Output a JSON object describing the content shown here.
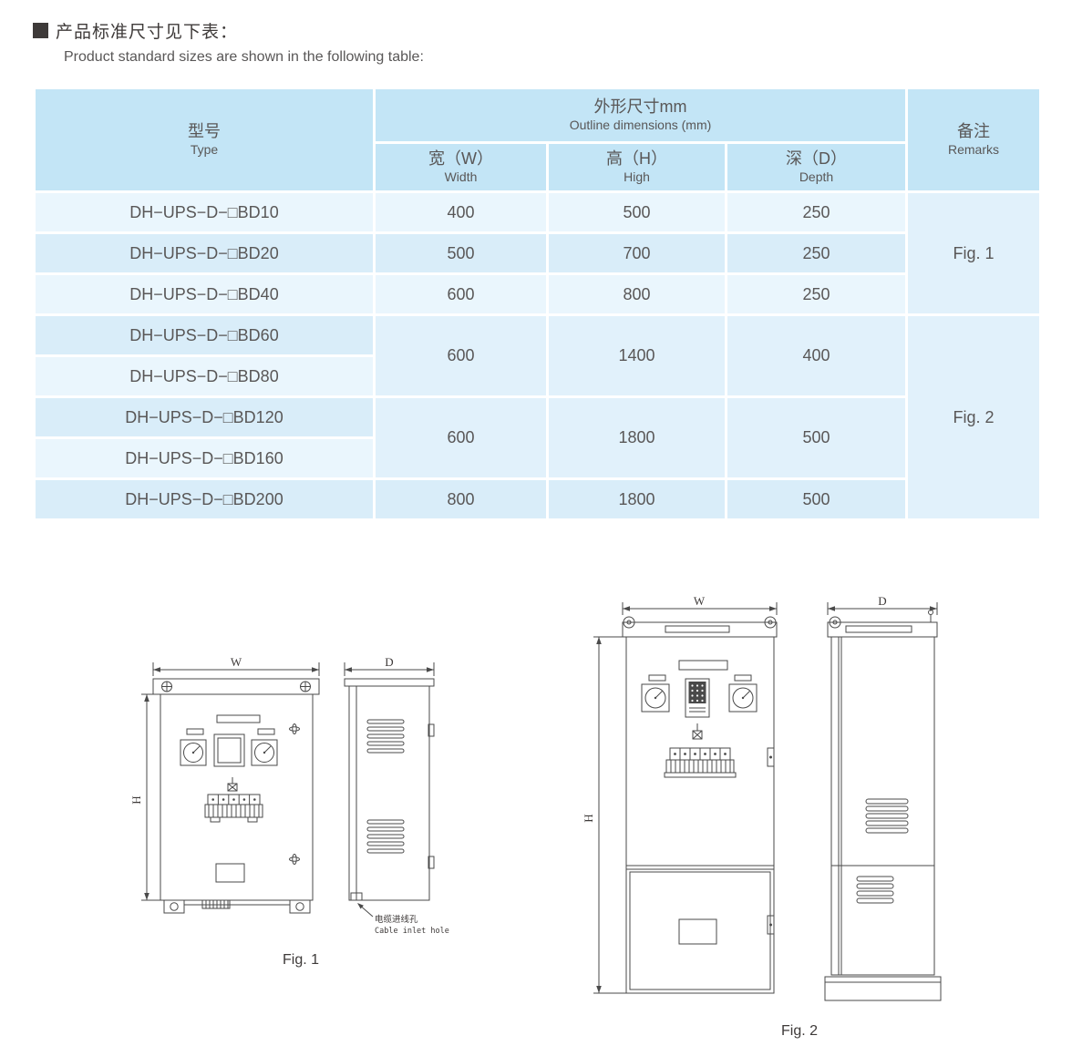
{
  "header": {
    "title_zh": "产品标准尺寸见下表：",
    "title_en": "Product standard sizes are shown in the following table:"
  },
  "table": {
    "headers": {
      "type_zh": "型号",
      "type_en": "Type",
      "outline_zh": "外形尺寸mm",
      "outline_en": "Outline dimensions (mm)",
      "remarks_zh": "备注",
      "remarks_en": "Remarks",
      "width_zh": "宽（W）",
      "width_en": "Width",
      "high_zh": "高（H）",
      "high_en": "High",
      "depth_zh": "深（D）",
      "depth_en": "Depth"
    },
    "rows": [
      {
        "model": "DH−UPS−D−□BD10",
        "w": "400",
        "h": "500",
        "d": "250"
      },
      {
        "model": "DH−UPS−D−□BD20",
        "w": "500",
        "h": "700",
        "d": "250"
      },
      {
        "model": "DH−UPS−D−□BD40",
        "w": "600",
        "h": "800",
        "d": "250"
      },
      {
        "model": "DH−UPS−D−□BD60",
        "w": "600",
        "h": "1400",
        "d": "400"
      },
      {
        "model": "DH−UPS−D−□BD80"
      },
      {
        "model": "DH−UPS−D−□BD120",
        "w": "600",
        "h": "1800",
        "d": "500"
      },
      {
        "model": "DH−UPS−D−□BD160"
      },
      {
        "model": "DH−UPS−D−□BD200",
        "w": "800",
        "h": "1800",
        "d": "500"
      }
    ],
    "remarks": {
      "fig1": "Fig. 1",
      "fig2": "Fig. 2"
    }
  },
  "fig1": {
    "caption": "Fig. 1",
    "dim_w": "W",
    "dim_h": "H",
    "dim_d": "D",
    "cable_note_zh": "电缆进线孔",
    "cable_note_en": "Cable inlet hole"
  },
  "fig2": {
    "caption": "Fig. 2",
    "dim_w": "W",
    "dim_h": "H",
    "dim_d": "D"
  },
  "colors": {
    "table_header_bg": "#c3e5f6",
    "row_light": "#eaf6fd",
    "row_dark": "#d9edf9",
    "row_merged": "#e1f1fb",
    "text": "#595757",
    "line": "#4a4a4a"
  }
}
